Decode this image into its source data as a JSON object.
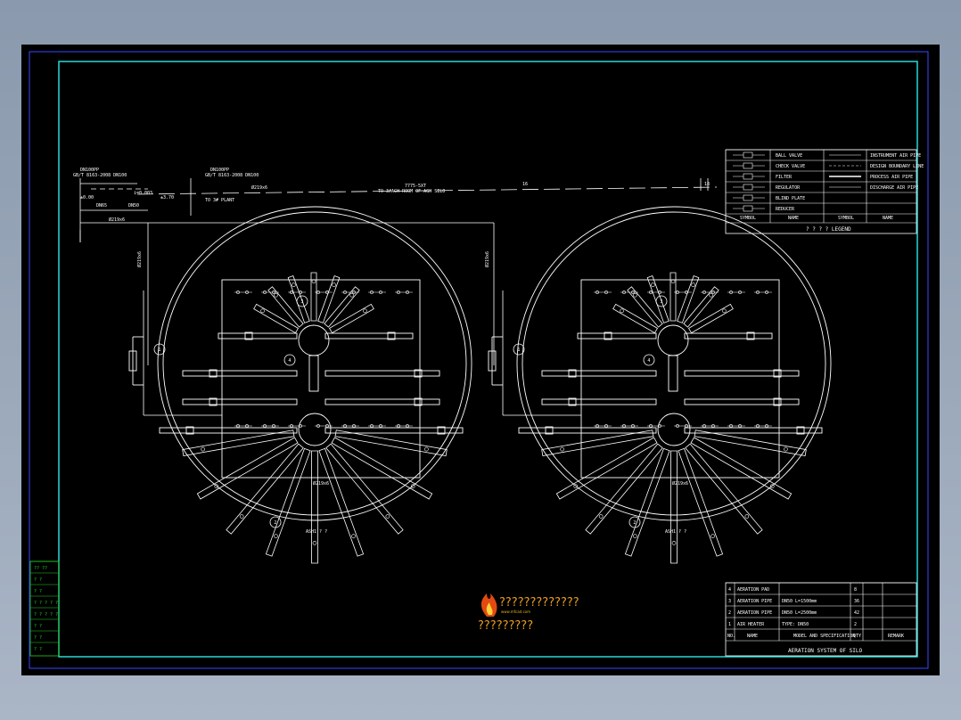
{
  "drawing": {
    "pipe_labels": {
      "top_left_a": "DN100PP",
      "top_left_b": "GB/T 8163-2008 DN100",
      "top_mid_a": "DN100PP",
      "top_mid_b": "GB/T 8163-2008 DN100",
      "elev_a": "±0.00",
      "elev_b": "±3.70",
      "dim_a": "Ø219x6",
      "dim_b": "Ø219x6",
      "slope": "i=0.003",
      "to_room": "TO 3# PLANT",
      "span_note": "7775-5XT",
      "span_sub": "TO 3#ACH ROOM OF AGH SILO",
      "mark_16": "16",
      "mark_18": "18",
      "dn65": "DN65",
      "dn50": "DN50",
      "riser_left": "Ø219x6",
      "riser_right": "Ø219x6",
      "silo_pipe": "Ø219x6"
    },
    "silos": [
      {
        "label": "ASH1 ? ?",
        "callouts": [
          "1",
          "2",
          "3",
          "4"
        ]
      },
      {
        "label": "ASH1 ? ?",
        "callouts": [
          "1",
          "2",
          "3",
          "4"
        ]
      }
    ],
    "legend": {
      "rows": [
        {
          "symbol": "valve",
          "name": "BALL VALVE",
          "symbol2": "line",
          "name2": "INSTRUMENT AIR PIPE"
        },
        {
          "symbol": "check",
          "name": "CHECK VALVE",
          "symbol2": "dash",
          "name2": "DESIGN BOUNDARY LINE"
        },
        {
          "symbol": "rect",
          "name": "FILTER",
          "symbol2": "thick",
          "name2": "PROCESS AIR PIPE"
        },
        {
          "symbol": "reg",
          "name": "REGULATOR",
          "symbol2": "thin",
          "name2": "DISCHARGE AIR PIPE"
        },
        {
          "symbol": "nozzle",
          "name": "BLIND PLATE",
          "symbol2": "",
          "name2": ""
        },
        {
          "symbol": "orifice",
          "name": "REDUCER",
          "symbol2": "",
          "name2": ""
        }
      ],
      "header": [
        "SYMBOL",
        "NAME",
        "SYMBOL",
        "NAME"
      ],
      "title": "? ? ? ? LEGEND"
    },
    "bom": {
      "rows": [
        {
          "no": "4",
          "desc": "AERATION PAD",
          "spec": "",
          "qty": "8"
        },
        {
          "no": "3",
          "desc": "AERATION PIPE",
          "spec": "DN50   L=1500mm",
          "qty": "36"
        },
        {
          "no": "2",
          "desc": "AERATION PIPE",
          "spec": "DN50   L=2500mm",
          "qty": "42"
        },
        {
          "no": "1",
          "desc": "AIR HEATER",
          "spec": "TYPE: DN50",
          "qty": "2"
        }
      ],
      "header": [
        "NO.",
        "NAME",
        "MODEL AND SPECIFICATION",
        "QTY",
        "REMARK"
      ],
      "title": "AERATION SYSTEM OF SILO"
    },
    "revision_block": [
      "?? ??",
      "? ?",
      "? ?",
      "? ? ? ? ?",
      "? ? ? ? ?",
      "? ?",
      "? ?",
      "? ?"
    ],
    "watermark": {
      "line1": "?????????????",
      "line2": "?????????",
      "sub": "www.mfcad.com"
    }
  }
}
